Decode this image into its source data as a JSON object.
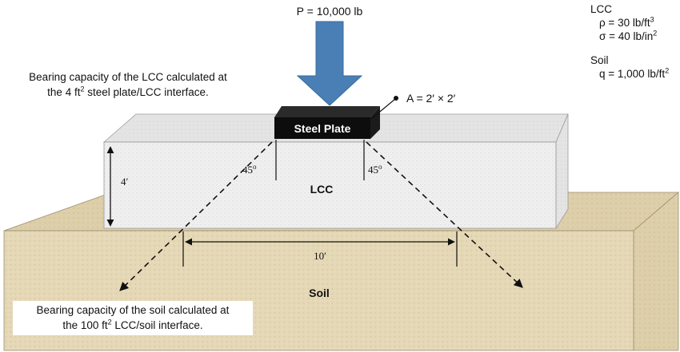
{
  "load": {
    "label": "P = 10,000 lb"
  },
  "plate": {
    "label": "Steel Plate",
    "area_label": "A = 2′ × 2′"
  },
  "lcc": {
    "label": "LCC",
    "height_label": "4′",
    "angle_left": "45",
    "angle_right": "45",
    "angle_unit": "o"
  },
  "soil": {
    "label": "Soil",
    "width_label": "10′"
  },
  "captions": {
    "top": {
      "line1": "Bearing capacity of the LCC calculated at",
      "line2_pre": "the 4 ft",
      "line2_sup": "2",
      "line2_post": " steel plate/LCC interface."
    },
    "bottom": {
      "line1": "Bearing capacity of the soil calculated at",
      "line2_pre": "the 100 ft",
      "line2_sup": "2",
      "line2_post": " LCC/soil interface."
    }
  },
  "properties": {
    "lcc_heading": "LCC",
    "rho_pre": "ρ = 30 lb/ft",
    "rho_sup": "3",
    "sigma_pre": "σ = 40 lb/in",
    "sigma_sup": "2",
    "soil_heading": "Soil",
    "q_pre": "q = 1,000 lb/ft",
    "q_sup": "2"
  },
  "colors": {
    "arrow": "#4a7fb5",
    "plate": "#0d0d0d",
    "lcc": "#eeeeee",
    "soil": "#e6d9b9"
  }
}
